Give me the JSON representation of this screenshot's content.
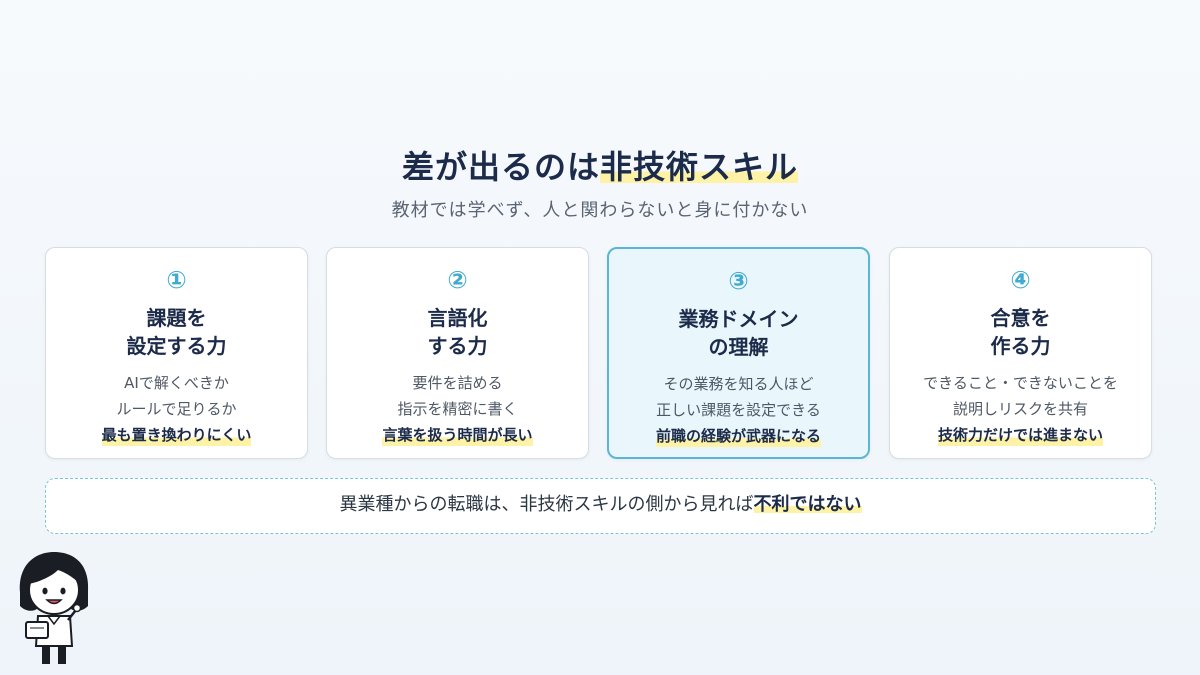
{
  "heading": {
    "prefix": "差が出るのは",
    "highlight": "非技術スキル",
    "subtitle": "教材では学べず、人と関わらないと身に付かない"
  },
  "cards": [
    {
      "number": "①",
      "title_line1": "課題を",
      "title_line2": "設定する力",
      "body_line1": "AIで解くべきか",
      "body_line2": "ルールで足りるか",
      "emphasis": "最も置き換わりにくい"
    },
    {
      "number": "②",
      "title_line1": "言語化",
      "title_line2": "する力",
      "body_line1": "要件を詰める",
      "body_line2": "指示を精密に書く",
      "emphasis": "言葉を扱う時間が長い"
    },
    {
      "number": "③",
      "title_line1": "業務ドメイン",
      "title_line2": "の理解",
      "body_line1": "その業務を知る人ほど",
      "body_line2": "正しい課題を設定できる",
      "emphasis": "前職の経験が武器になる"
    },
    {
      "number": "④",
      "title_line1": "合意を",
      "title_line2": "作る力",
      "body_line1": "できること・できないことを",
      "body_line2": "説明しリスクを共有",
      "emphasis": "技術力だけでは進まない"
    }
  ],
  "conclusion": {
    "text": "異業種からの転職は、非技術スキルの側から見れば",
    "highlight": "不利ではない"
  },
  "colors": {
    "accent": "#41aacf",
    "highlighted_card_border": "#5bb6d6",
    "highlighted_card_bg": "#e9f6fb",
    "marker_yellow": "#fdf2a6",
    "title_navy": "#1c2b4a"
  },
  "icons": {
    "mascot": "mascot-character-icon"
  }
}
